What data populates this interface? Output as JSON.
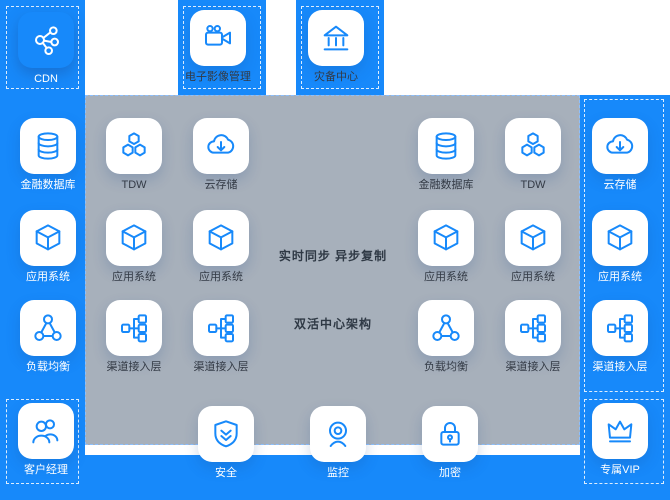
{
  "colors": {
    "accent": "#1789fa",
    "panel_gray": "#a7b0bb"
  },
  "top_nodes": [
    {
      "label": "CDN",
      "icon": "cdn-network-icon"
    },
    {
      "label": "电子影像管理",
      "icon": "video-camera-icon"
    },
    {
      "label": "灾备中心",
      "icon": "bank-building-icon"
    }
  ],
  "center_labels": {
    "sync": "实时同步 异步复制",
    "arch": "双活中心架构"
  },
  "panels": {
    "left": {
      "items": [
        {
          "label": "金融数据库",
          "icon": "database-icon"
        },
        {
          "label": "TDW",
          "icon": "hexagon-cluster-icon"
        },
        {
          "label": "云存储",
          "icon": "cloud-download-icon"
        },
        {
          "label": "应用系统",
          "icon": "cube-icon"
        },
        {
          "label": "应用系统",
          "icon": "cube-icon"
        },
        {
          "label": "应用系统",
          "icon": "cube-icon"
        },
        {
          "label": "负载均衡",
          "icon": "load-balancer-icon"
        },
        {
          "label": "渠道接入层",
          "icon": "flow-diagram-icon"
        },
        {
          "label": "渠道接入层",
          "icon": "flow-diagram-icon"
        }
      ]
    },
    "right": {
      "items": [
        {
          "label": "金融数据库",
          "icon": "database-icon"
        },
        {
          "label": "TDW",
          "icon": "hexagon-cluster-icon"
        },
        {
          "label": "云存储",
          "icon": "cloud-download-icon"
        },
        {
          "label": "应用系统",
          "icon": "cube-icon"
        },
        {
          "label": "应用系统",
          "icon": "cube-icon"
        },
        {
          "label": "应用系统",
          "icon": "cube-icon"
        },
        {
          "label": "负载均衡",
          "icon": "load-balancer-icon"
        },
        {
          "label": "渠道接入层",
          "icon": "flow-diagram-icon"
        },
        {
          "label": "渠道接入层",
          "icon": "flow-diagram-icon"
        }
      ]
    }
  },
  "bottom_nodes": [
    {
      "label": "客户经理",
      "icon": "users-icon"
    },
    {
      "label": "安全",
      "icon": "shield-icon"
    },
    {
      "label": "监控",
      "icon": "webcam-icon"
    },
    {
      "label": "加密",
      "icon": "lock-icon"
    },
    {
      "label": "专属VIP",
      "icon": "crown-icon"
    }
  ]
}
